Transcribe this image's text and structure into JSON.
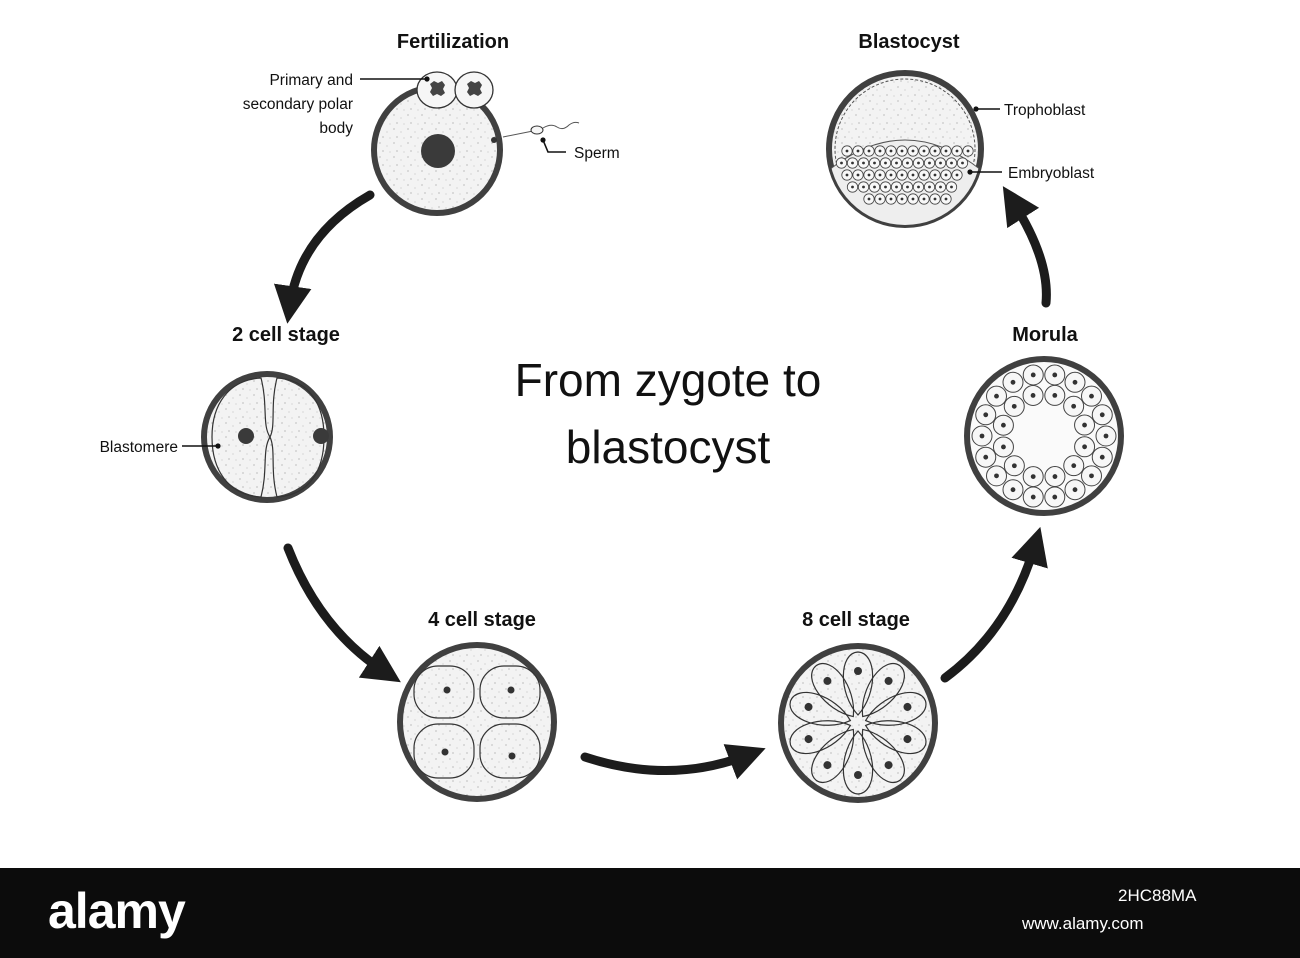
{
  "diagram": {
    "center_title_line1": "From zygote to",
    "center_title_line2": "blastocyst",
    "stages": {
      "fertilization": "Fertilization",
      "two_cell": "2 cell stage",
      "four_cell": "4 cell stage",
      "eight_cell": "8 cell stage",
      "morula": "Morula",
      "blastocyst": "Blastocyst"
    },
    "labels": {
      "polar_body_line1": "Primary and",
      "polar_body_line2": "secondary polar",
      "polar_body_line3": "body",
      "sperm": "Sperm",
      "blastomere": "Blastomere",
      "trophoblast": "Trophoblast",
      "embryoblast": "Embryoblast"
    },
    "colors": {
      "outline": "#404040",
      "cell_fill": "#f1f1f1",
      "arrow": "#1c1c1c",
      "nucleus": "#3a3a3a"
    }
  },
  "footer": {
    "logo": "alamy",
    "image_id": "2HC88MA",
    "url": "www.alamy.com"
  }
}
